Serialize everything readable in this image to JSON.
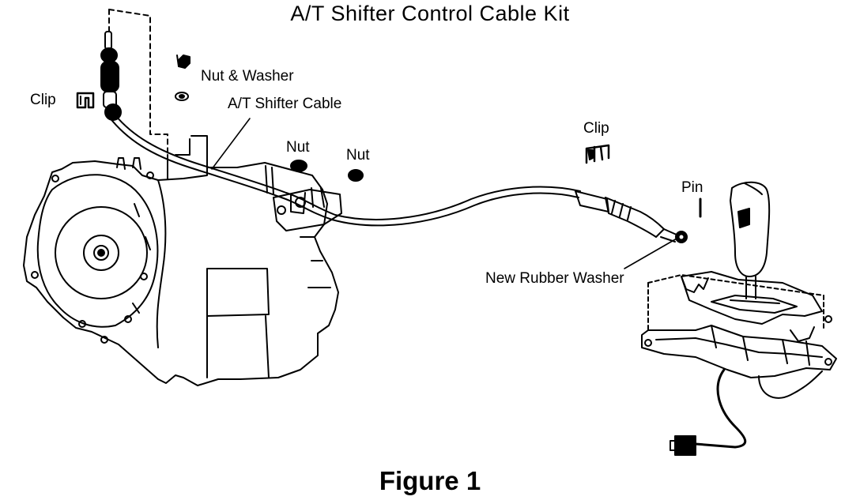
{
  "title": "A/T Shifter Control Cable Kit",
  "figure_caption": "Figure 1",
  "parts": {
    "clip_left": "Clip",
    "nut_washer": "Nut & Washer",
    "shifter_cable": "A/T Shifter Cable",
    "nut_1": "Nut",
    "nut_2": "Nut",
    "clip_right": "Clip",
    "pin": "Pin",
    "rubber_washer": "New Rubber Washer"
  },
  "colors": {
    "ink": "#000000",
    "paper": "#ffffff"
  }
}
